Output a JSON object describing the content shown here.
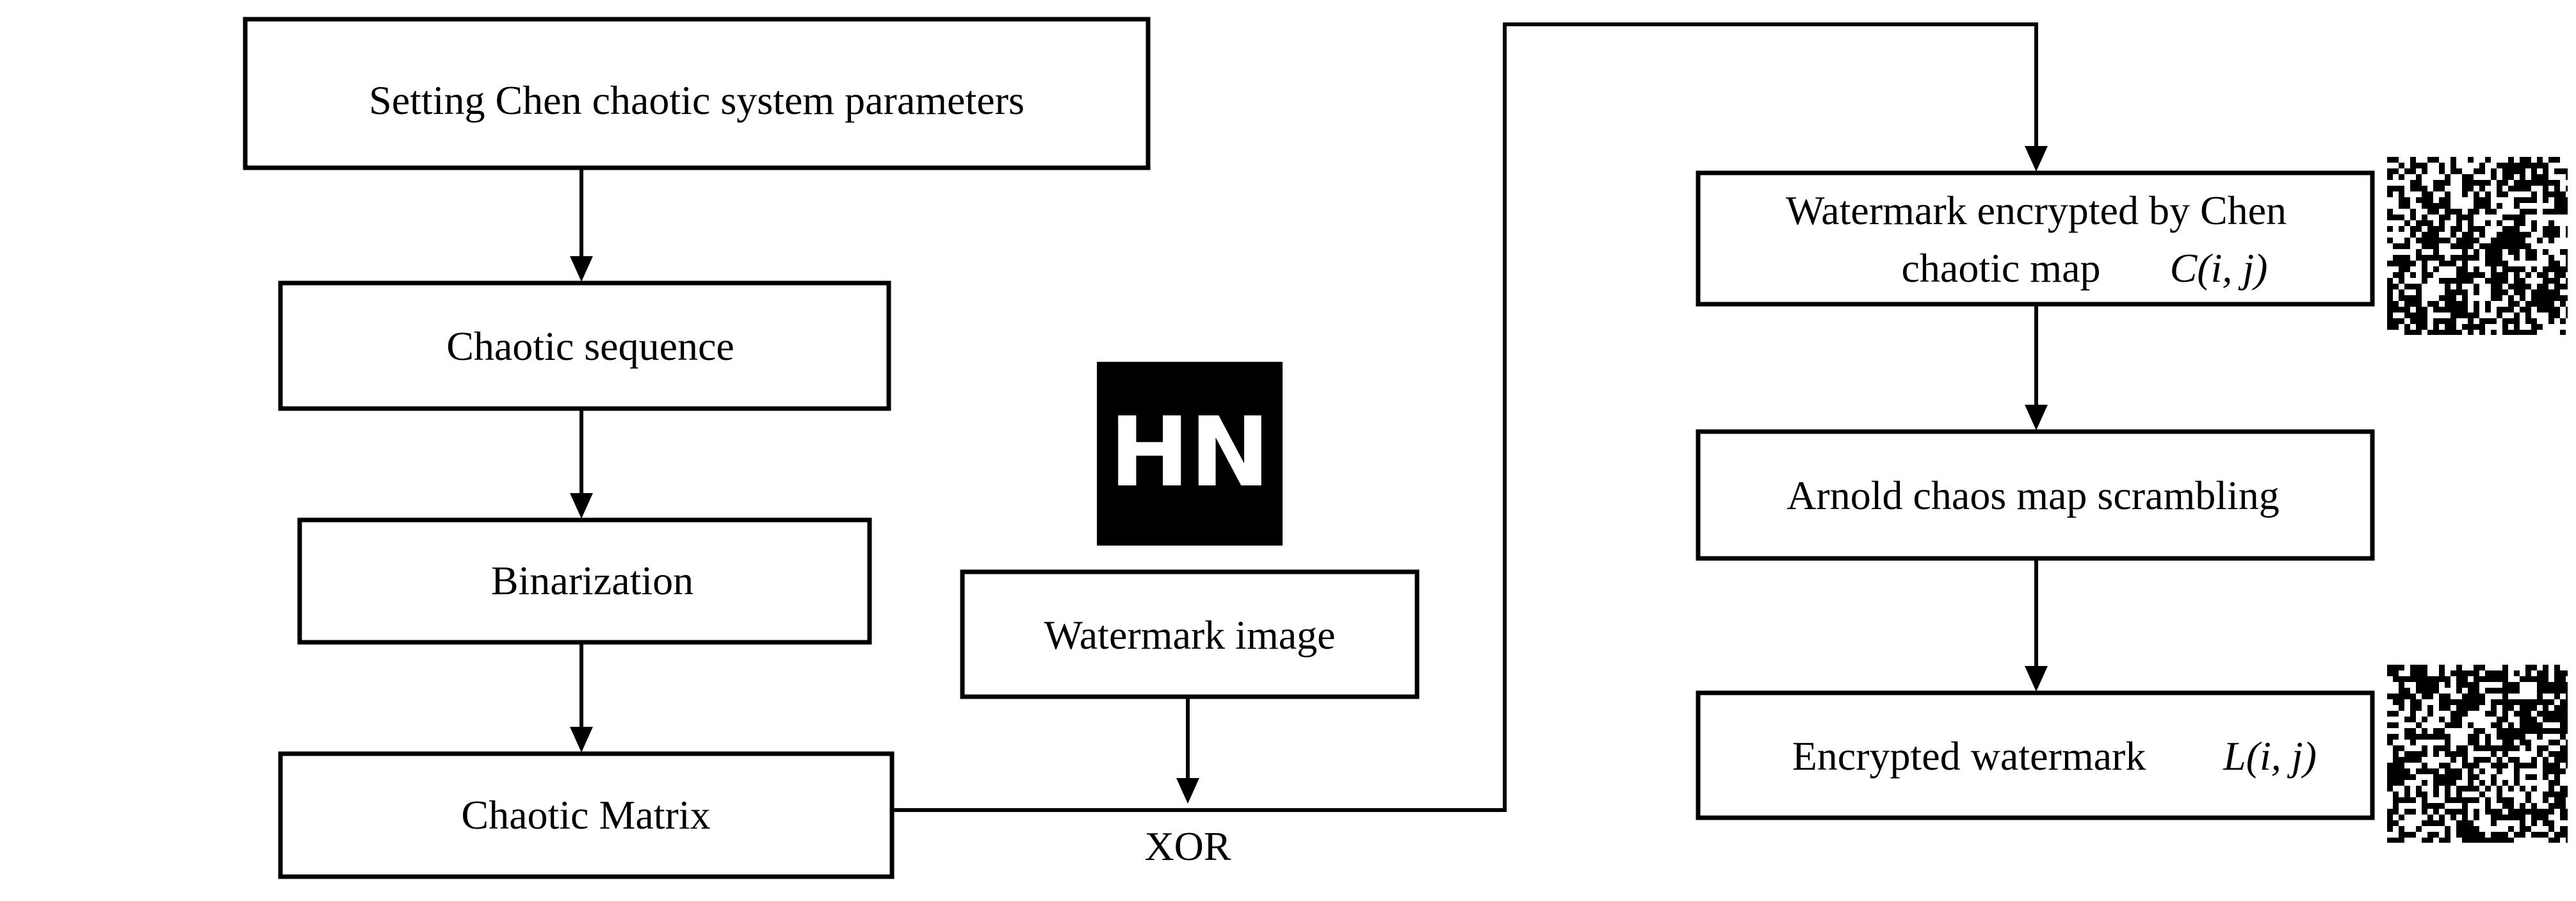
{
  "boxes": {
    "setting": "Setting Chen chaotic system parameters",
    "sequence": "Chaotic sequence",
    "binarization": "Binarization",
    "matrix": "Chaotic Matrix",
    "watermark": "Watermark image",
    "encrypted_chen_line1": "Watermark encrypted by Chen",
    "encrypted_chen_line2": "chaotic map",
    "encrypted_chen_symbol": "C(i, j)",
    "arnold": "Arnold  chaos map scrambling",
    "final": "Encrypted watermark",
    "final_symbol": "L(i, j)"
  },
  "xor_label": "XOR",
  "watermark_image_text": "HN"
}
